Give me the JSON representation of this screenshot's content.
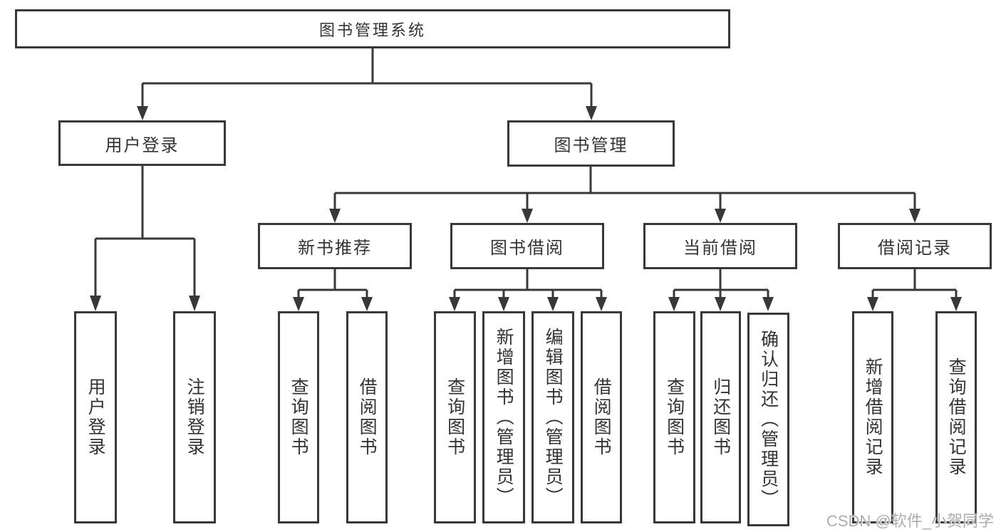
{
  "diagram": {
    "root": {
      "label": "图书管理系统"
    },
    "level2": [
      {
        "label": "用户登录"
      },
      {
        "label": "图书管理"
      }
    ],
    "level3": [
      {
        "label": "新书推荐"
      },
      {
        "label": "图书借阅"
      },
      {
        "label": "当前借阅"
      },
      {
        "label": "借阅记录"
      }
    ],
    "leaves": {
      "user_login": [
        {
          "label": "用户登录"
        },
        {
          "label": "注销登录"
        }
      ],
      "new_book_recommend": [
        {
          "label": "查询图书"
        },
        {
          "label": "借阅图书"
        }
      ],
      "book_borrow": [
        {
          "label": "查询图书"
        },
        {
          "label": "新增图书（管理员）"
        },
        {
          "label": "编辑图书（管理员）"
        },
        {
          "label": "借阅图书"
        }
      ],
      "current_borrow": [
        {
          "label": "查询图书"
        },
        {
          "label": "归还图书"
        },
        {
          "label": "确认归还（管理员）"
        }
      ],
      "borrow_record": [
        {
          "label": "新增借阅记录"
        },
        {
          "label": "查询借阅记录"
        }
      ]
    },
    "watermark": "CSDN @软件_小贺同学",
    "colors": {
      "line": "#383838",
      "text": "#333333",
      "box_background": "#ffffff",
      "watermark": "#adadad"
    }
  }
}
